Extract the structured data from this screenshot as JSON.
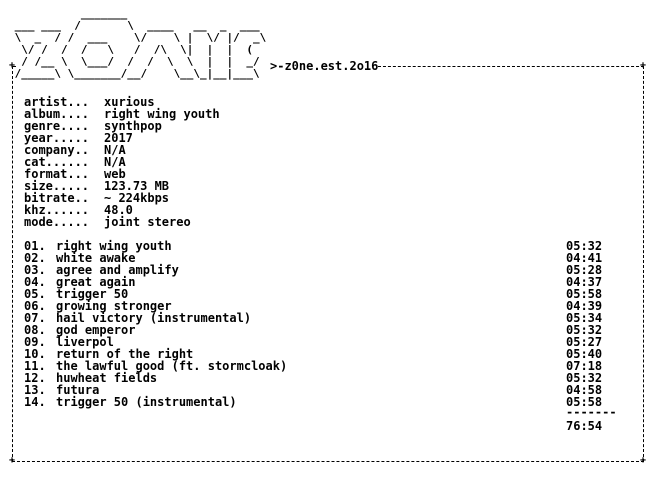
{
  "header": {
    "tag": "z0ne.est.2o16"
  },
  "logo": {
    "art": "           _______\n ___ ___  /       \\  ____   __  _  ___\n \\  _  / /  ___    \\/    \\ |  \\/ |/  _\\\n  \\/ /  /  /   \\   /  /\\  \\|  |  |  (\n  / /__ \\  \\___/  /  /  \\  \\  |  |  _/\n /_____\\ \\_______/__/    \\__\\_|__|___\\",
    "text": "z0ne"
  },
  "info": [
    {
      "key": "artist...",
      "value": "xurious"
    },
    {
      "key": "album....",
      "value": "right wing youth"
    },
    {
      "key": "genre....",
      "value": "synthpop"
    },
    {
      "key": "year.....",
      "value": "2017"
    },
    {
      "key": "company..",
      "value": "N/A"
    },
    {
      "key": "cat......",
      "value": "N/A"
    },
    {
      "key": "format...",
      "value": "web"
    },
    {
      "key": "size.....",
      "value": "123.73 MB"
    },
    {
      "key": "bitrate..",
      "value": "~ 224kbps"
    },
    {
      "key": "khz......",
      "value": "48.0"
    },
    {
      "key": "mode.....",
      "value": "joint stereo"
    }
  ],
  "tracks": [
    {
      "num": "01.",
      "title": "right wing youth",
      "duration": "05:32"
    },
    {
      "num": "02.",
      "title": "white awake",
      "duration": "04:41"
    },
    {
      "num": "03.",
      "title": "agree and amplify",
      "duration": "05:28"
    },
    {
      "num": "04.",
      "title": "great again",
      "duration": "04:37"
    },
    {
      "num": "05.",
      "title": "trigger 50",
      "duration": "05:58"
    },
    {
      "num": "06.",
      "title": "growing stronger",
      "duration": "04:39"
    },
    {
      "num": "07.",
      "title": "hail victory (instrumental)",
      "duration": "05:34"
    },
    {
      "num": "08.",
      "title": "god emperor",
      "duration": "05:32"
    },
    {
      "num": "09.",
      "title": "liverpol",
      "duration": "05:27"
    },
    {
      "num": "10.",
      "title": "return of the right",
      "duration": "05:40"
    },
    {
      "num": "11.",
      "title": "the lawful good (ft. stormcloak)",
      "duration": "07:18"
    },
    {
      "num": "12.",
      "title": "huwheat fields",
      "duration": "05:32"
    },
    {
      "num": "13.",
      "title": "futura",
      "duration": "04:58"
    },
    {
      "num": "14.",
      "title": "trigger 50 (instrumental)",
      "duration": "05:58"
    }
  ],
  "total": {
    "separator": "-------",
    "duration": "76:54"
  }
}
